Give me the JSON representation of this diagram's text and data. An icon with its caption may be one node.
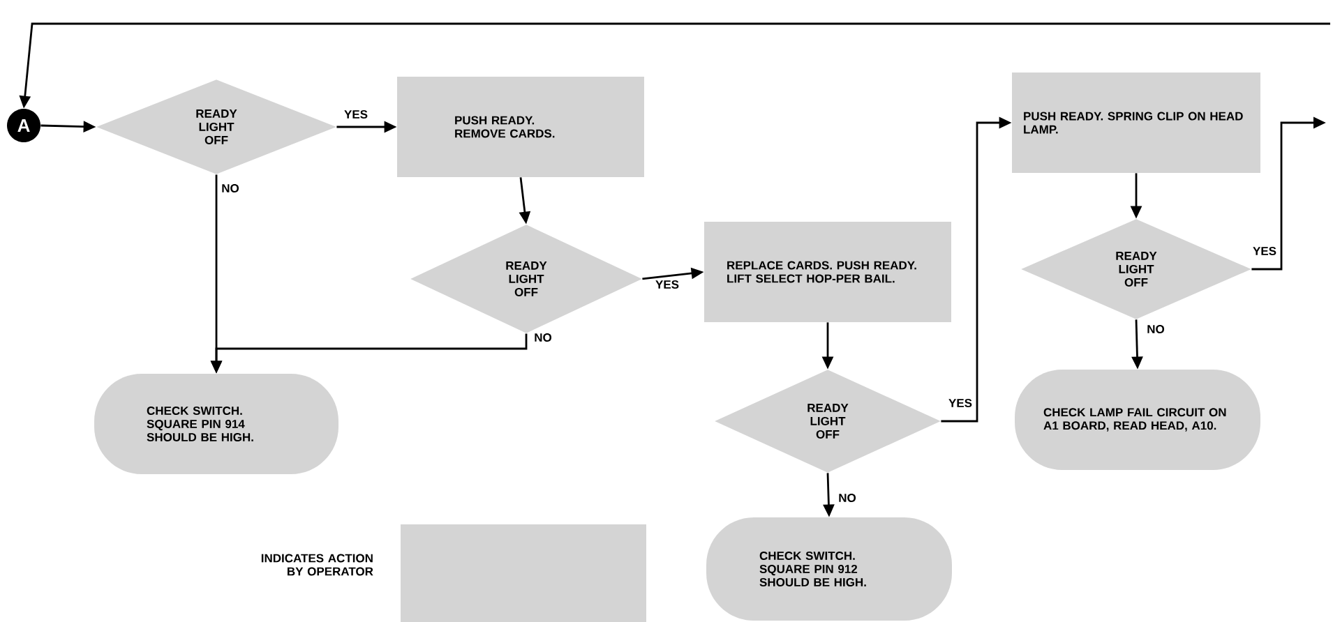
{
  "diagram": {
    "nodes": [
      {
        "text": [
          "A"
        ]
      },
      {
        "text": [
          "READY LIGHT OFF"
        ]
      },
      {
        "text": [
          "PUSH READY. REMOVE CARDS."
        ]
      },
      {
        "text": [
          "READY LIGHT OFF"
        ]
      },
      {
        "text": [
          "CHECK SWITCH. SQUARE PIN 914 SHOULD BE HIGH."
        ]
      },
      {
        "text": [
          "REPLACE CARDS. PUSH READY. LIFT SELECT HOP-PER BAIL."
        ]
      },
      {
        "text": [
          "READY LIGHT OFF"
        ]
      },
      {
        "text": [
          "CHECK SWITCH. SQUARE PIN 912 SHOULD BE HIGH."
        ]
      },
      {
        "text": [
          "PUSH READY. SPRING CLIP ON HEAD LAMP."
        ]
      },
      {
        "text": [
          "READY LIGHT OFF"
        ]
      },
      {
        "text": [
          "CHECK LAMP FAIL CIRCUIT ON A1 BOARD, READ HEAD, A10."
        ]
      }
    ],
    "edges": [
      {
        "from": null,
        "to": 0,
        "arrow": "to"
      },
      {
        "from": 0,
        "to": 1,
        "arrow": "to"
      },
      {
        "from": 1,
        "to": 2,
        "arrow": "to",
        "label": "YES"
      },
      {
        "from": 1,
        "to": 4,
        "arrow": "to",
        "label": "NO"
      },
      {
        "from": 2,
        "to": 3,
        "arrow": "to"
      },
      {
        "from": 3,
        "to": 4,
        "arrow": "to",
        "label": "NO"
      },
      {
        "from": 3,
        "to": 5,
        "arrow": "to",
        "label": "YES"
      },
      {
        "from": 5,
        "to": 6,
        "arrow": "to"
      },
      {
        "from": 6,
        "to": 7,
        "arrow": "to",
        "label": "NO"
      },
      {
        "from": 6,
        "to": 8,
        "arrow": "to",
        "label": "YES"
      },
      {
        "from": 8,
        "to": 9,
        "arrow": "to"
      },
      {
        "from": 9,
        "to": 10,
        "arrow": "to",
        "label": "NO"
      },
      {
        "from": 9,
        "to": null,
        "arrow": "to",
        "label": "YES"
      }
    ],
    "legend": [
      {
        "text": "INDICATES ACTION BY OPERATOR",
        "color": "#d4d4d4"
      }
    ]
  }
}
